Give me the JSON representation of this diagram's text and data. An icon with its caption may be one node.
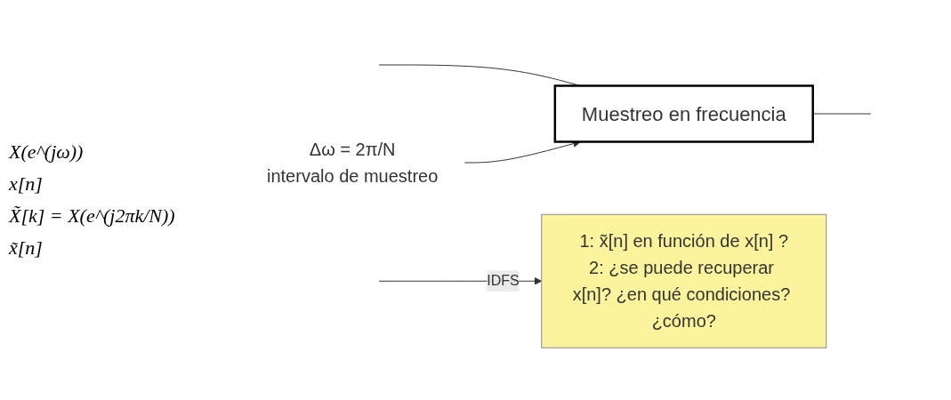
{
  "diagram": {
    "nodes": [
      {
        "text": [
          "Muestreo en frecuencia"
        ]
      },
      {
        "text": [
          "1: x̃[n] en función de x[n] ?",
          "2: ¿se puede recuperar x[n]? ¿en qué condiciones? ¿cómo?"
        ]
      },
      {
        "text": [
          "Δω = 2π/N"
        ],
        "beside": [
          "intervalo de muestreo"
        ]
      }
    ],
    "edges": [
      {
        "from": null,
        "to": 0,
        "arrow": "none"
      },
      {
        "from": 0,
        "to": null,
        "arrow": "none"
      },
      {
        "from": 2,
        "to": 0,
        "arrow": "to"
      },
      {
        "from": null,
        "to": 1,
        "arrow": "to",
        "label": "IDFS"
      }
    ],
    "labels": [
      "X(e^(jω))",
      "x[n]",
      "X̃[k] = X(e^(j2πk/N))",
      "x̃[n]"
    ]
  }
}
